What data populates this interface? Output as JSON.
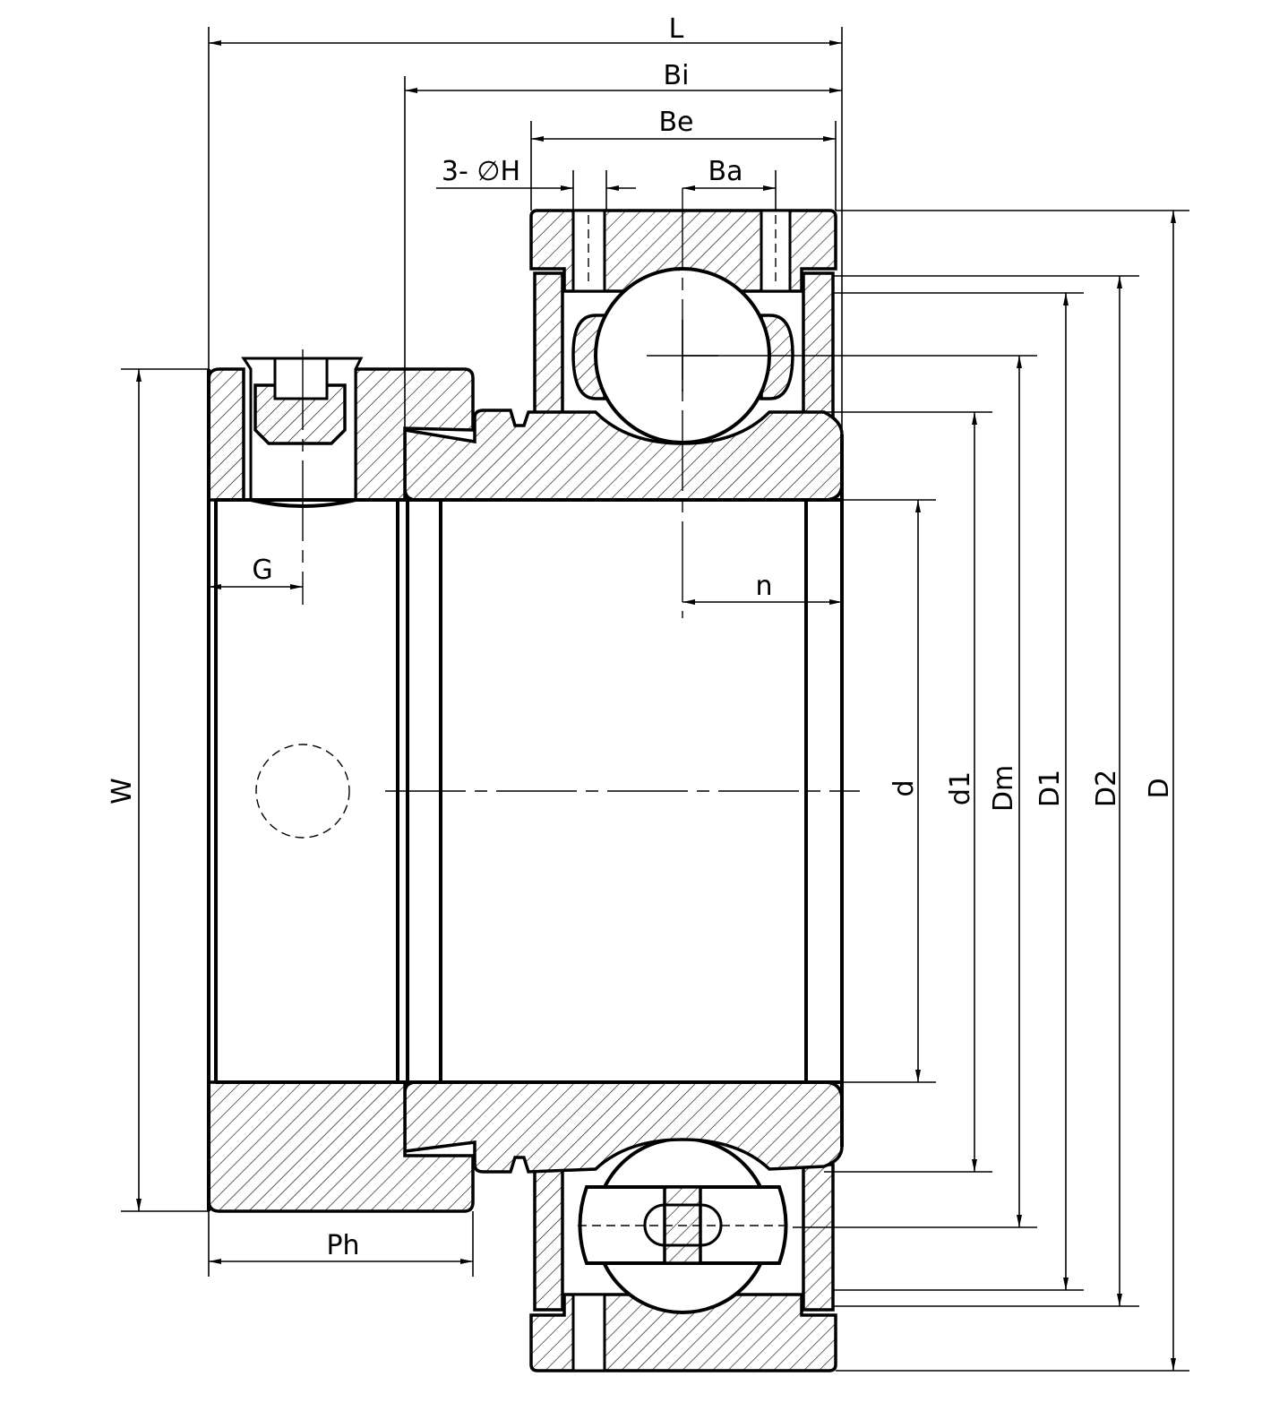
{
  "title": "Insert bearing with eccentric locking collar - dimension drawing",
  "dimensions": {
    "L": "L",
    "Bi": "Bi",
    "Be": "Be",
    "H": "3- ∅H",
    "Ba": "Ba",
    "G": "G",
    "n": "n",
    "W": "W",
    "Ph": "Ph",
    "d": "d",
    "d1": "d1",
    "Dm": "Dm",
    "D1": "D1",
    "D2": "D2",
    "D": "D"
  }
}
